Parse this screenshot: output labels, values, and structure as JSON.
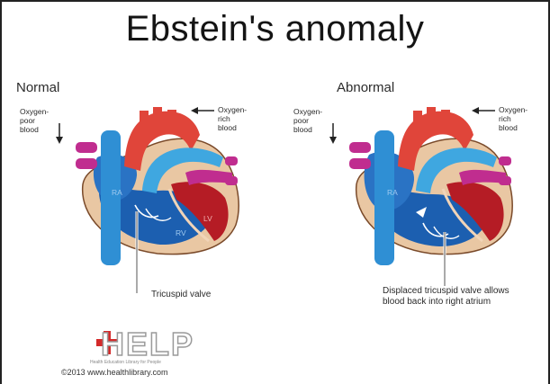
{
  "title": "Ebstein's anomaly",
  "panels": [
    {
      "label": "Normal",
      "oxygen_poor": "Oxygen-\npoor\nblood",
      "oxygen_rich": "Oxygen-\nrich\nblood",
      "ra": "RA",
      "lv": "LV",
      "rv": "RV",
      "caption": "Tricuspid valve"
    },
    {
      "label": "Abnormal",
      "oxygen_poor": "Oxygen-\npoor\nblood",
      "oxygen_rich": "Oxygen-\nrich\nblood",
      "ra": "RA",
      "caption": "Displaced tricuspid valve allows\nblood back into right atrium"
    }
  ],
  "logo": {
    "letters": "HELP",
    "tagline": "Health Education Library for People"
  },
  "copyright": "©2013 www.healthlibrary.com",
  "colors": {
    "vein_blue": "#2f8fd4",
    "deep_blue": "#1c5fb0",
    "aorta_red": "#e0453a",
    "muscle_red": "#b51c25",
    "pericardium": "#e9c7a3",
    "pulmonary_magenta": "#c02d8f"
  }
}
